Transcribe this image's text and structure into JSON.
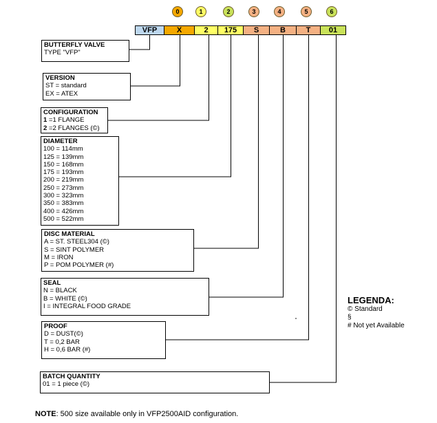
{
  "badges": [
    {
      "label": "0",
      "color": "#f5a800"
    },
    {
      "label": "1",
      "color": "#ffff66"
    },
    {
      "label": "2",
      "color": "#c9e25a"
    },
    {
      "label": "3",
      "color": "#f4b183"
    },
    {
      "label": "4",
      "color": "#f4b183"
    },
    {
      "label": "5",
      "color": "#f4b183"
    },
    {
      "label": "6",
      "color": "#c9e25a"
    }
  ],
  "code": [
    {
      "value": "VFP",
      "color": "#bdd7ee"
    },
    {
      "value": "X",
      "color": "#f5a800"
    },
    {
      "value": "2",
      "color": "#ffff66"
    },
    {
      "value": "175",
      "color": "#ffff66"
    },
    {
      "value": "S",
      "color": "#f4b183"
    },
    {
      "value": "B",
      "color": "#f4b183"
    },
    {
      "value": "T",
      "color": "#f4b183"
    },
    {
      "value": "01",
      "color": "#c9e25a"
    }
  ],
  "butterfly": {
    "title": "BUTTERFLY VALVE",
    "lines": [
      "TYPE \"VFP\""
    ]
  },
  "version": {
    "title": "VERSION",
    "lines": [
      "ST = standard",
      "EX = ATEX"
    ]
  },
  "configuration": {
    "title": "CONFIGURATION",
    "lines": [
      {
        "key": "1",
        "text": " =1 FLANGE"
      },
      {
        "key": "2",
        "text": " =2 FLANGES (©)"
      }
    ]
  },
  "diameter": {
    "title": "DIAMETER",
    "lines": [
      "100 = 114mm",
      "125 = 139mm",
      "150 = 168mm",
      "175 = 193mm",
      "200 = 219mm",
      "250 = 273mm",
      "300 = 323mm",
      "350 = 383mm",
      "400 = 426mm",
      "500 = 522mm"
    ]
  },
  "disc": {
    "title": "DISC MATERIAL",
    "lines": [
      "A = ST. STEEL304 (©)",
      "S = SINT POLYMER",
      "M = IRON",
      "P = POM POLYMER (#)"
    ]
  },
  "seal": {
    "title": "SEAL",
    "lines": [
      "N = BLACK",
      "B = WHITE (©)",
      "I = INTEGRAL FOOD GRADE"
    ]
  },
  "proof": {
    "title": "PROOF",
    "lines": [
      "D = DUST(©)",
      "T = 0,2 BAR",
      "H = 0,6 BAR (#)"
    ]
  },
  "batch": {
    "title": "BATCH QUANTITY",
    "lines": [
      "01 = 1 piece (©)"
    ]
  },
  "legenda": {
    "title": "LEGENDA:",
    "lines": [
      "©  Standard",
      "§",
      "#   Not yet Available"
    ]
  },
  "note": {
    "label": "NOTE",
    "text": ": 500 size available only in VFP2500AID configuration."
  }
}
